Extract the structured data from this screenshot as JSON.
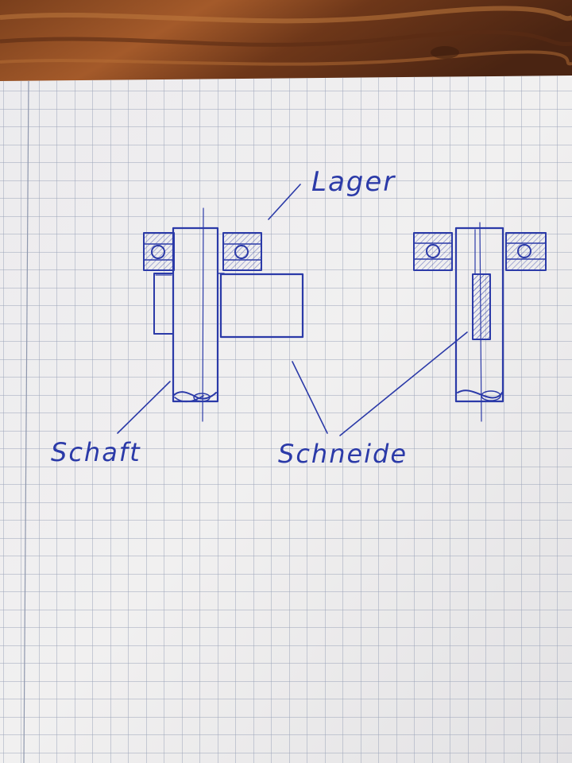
{
  "labels": {
    "bearing": "Lager",
    "shaft": "Schaft",
    "blade": "Schneide"
  },
  "colors": {
    "ink": "#2b3aa8",
    "paper": "#eeecec",
    "grid": "#9aa3b8",
    "table": "#8a4a22"
  }
}
